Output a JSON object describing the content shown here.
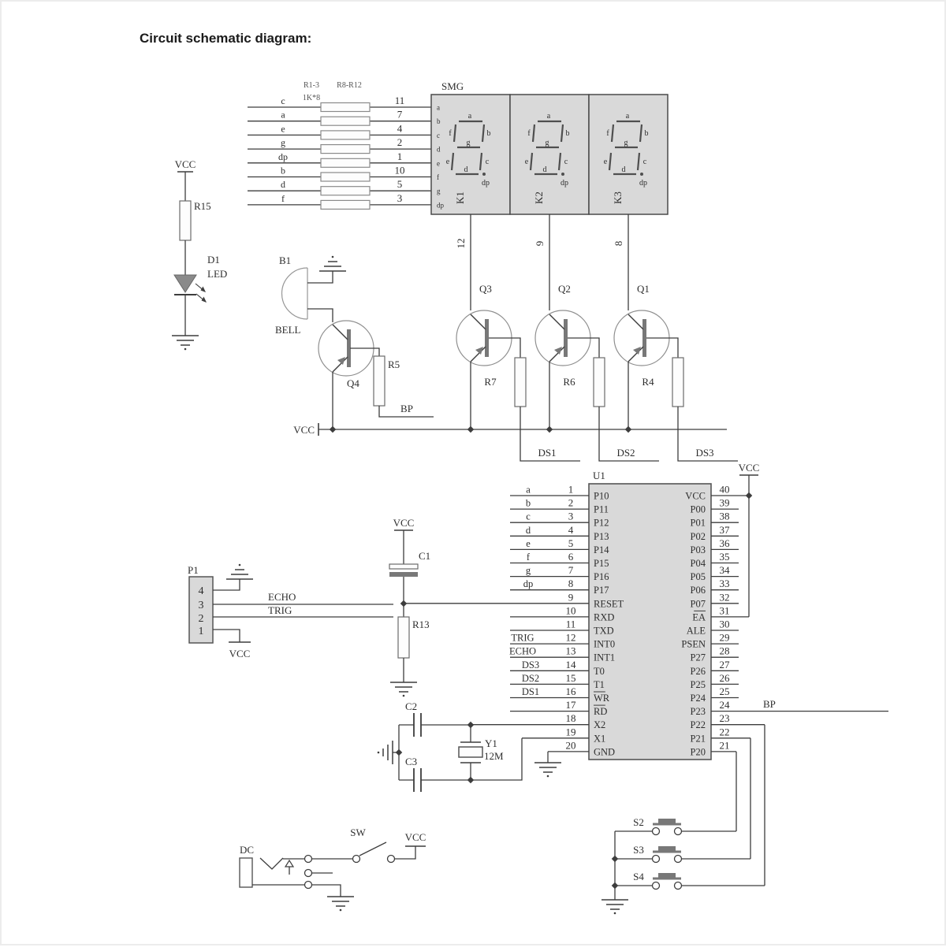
{
  "title": "Circuit schematic diagram:",
  "resistor_network": {
    "label_group1": "R1-3",
    "label_group2": "R8-R12",
    "value": "1K*8",
    "rows": [
      {
        "net": "c",
        "pin": "11"
      },
      {
        "net": "a",
        "pin": "7"
      },
      {
        "net": "e",
        "pin": "4"
      },
      {
        "net": "g",
        "pin": "2"
      },
      {
        "net": "dp",
        "pin": "1"
      },
      {
        "net": "b",
        "pin": "10"
      },
      {
        "net": "d",
        "pin": "5"
      },
      {
        "net": "f",
        "pin": "3"
      }
    ]
  },
  "display": {
    "label": "SMG",
    "pin_labels": [
      "a",
      "b",
      "c",
      "d",
      "e",
      "f",
      "g",
      "dp"
    ],
    "segment_labels": {
      "a": "a",
      "b": "b",
      "c": "c",
      "d": "d",
      "e": "e",
      "f": "f",
      "g": "g",
      "dp": "dp"
    },
    "digits": [
      {
        "name": "K1",
        "common_pin": "12"
      },
      {
        "name": "K2",
        "common_pin": "9"
      },
      {
        "name": "K3",
        "common_pin": "8"
      }
    ]
  },
  "led_branch": {
    "supply": "VCC",
    "resistor": "R15",
    "diode": "D1",
    "diode_type": "LED"
  },
  "buzzer": {
    "designator": "B1",
    "name": "BELL",
    "transistor": "Q4",
    "resistor": "R5",
    "net": "BP",
    "supply": "VCC"
  },
  "drivers": [
    {
      "transistor": "Q3",
      "resistor": "R7",
      "net": "DS1"
    },
    {
      "transistor": "Q2",
      "resistor": "R6",
      "net": "DS2"
    },
    {
      "transistor": "Q1",
      "resistor": "R4",
      "net": "DS3"
    }
  ],
  "mcu": {
    "designator": "U1",
    "supply_label": "VCC",
    "bp_label": "BP",
    "left_pins": [
      {
        "num": "1",
        "name": "P10",
        "net": "a"
      },
      {
        "num": "2",
        "name": "P11",
        "net": "b"
      },
      {
        "num": "3",
        "name": "P12",
        "net": "c"
      },
      {
        "num": "4",
        "name": "P13",
        "net": "d"
      },
      {
        "num": "5",
        "name": "P14",
        "net": "e"
      },
      {
        "num": "6",
        "name": "P15",
        "net": "f"
      },
      {
        "num": "7",
        "name": "P16",
        "net": "g"
      },
      {
        "num": "8",
        "name": "P17",
        "net": "dp"
      },
      {
        "num": "9",
        "name": "RESET"
      },
      {
        "num": "10",
        "name": "RXD"
      },
      {
        "num": "11",
        "name": "TXD"
      },
      {
        "num": "12",
        "name": "INT0",
        "net": "TRIG"
      },
      {
        "num": "13",
        "name": "INT1",
        "net": "ECHO"
      },
      {
        "num": "14",
        "name": "T0",
        "net": "DS3"
      },
      {
        "num": "15",
        "name": "T1",
        "net": "DS2"
      },
      {
        "num": "16",
        "name": "WR",
        "net": "DS1",
        "overline": true
      },
      {
        "num": "17",
        "name": "RD",
        "overline": true
      },
      {
        "num": "18",
        "name": "X2"
      },
      {
        "num": "19",
        "name": "X1"
      },
      {
        "num": "20",
        "name": "GND"
      }
    ],
    "right_pins": [
      {
        "num": "40",
        "name": "VCC"
      },
      {
        "num": "39",
        "name": "P00"
      },
      {
        "num": "38",
        "name": "P01"
      },
      {
        "num": "37",
        "name": "P02"
      },
      {
        "num": "36",
        "name": "P03"
      },
      {
        "num": "35",
        "name": "P04"
      },
      {
        "num": "34",
        "name": "P05"
      },
      {
        "num": "33",
        "name": "P06"
      },
      {
        "num": "32",
        "name": "P07"
      },
      {
        "num": "31",
        "name": "EA",
        "overline": true
      },
      {
        "num": "30",
        "name": "ALE"
      },
      {
        "num": "29",
        "name": "PSEN"
      },
      {
        "num": "28",
        "name": "P27"
      },
      {
        "num": "27",
        "name": "P26"
      },
      {
        "num": "26",
        "name": "P25"
      },
      {
        "num": "25",
        "name": "P24"
      },
      {
        "num": "24",
        "name": "P23"
      },
      {
        "num": "23",
        "name": "P22"
      },
      {
        "num": "22",
        "name": "P21"
      },
      {
        "num": "21",
        "name": "P20"
      }
    ]
  },
  "reset_circuit": {
    "supply": "VCC",
    "cap": "C1",
    "resistor": "R13"
  },
  "oscillator": {
    "cap_top": "C2",
    "cap_bottom": "C3",
    "crystal": "Y1",
    "freq": "12M"
  },
  "sensor_header": {
    "designator": "P1",
    "pins": [
      "4",
      "3",
      "2",
      "1"
    ],
    "echo": "ECHO",
    "trig": "TRIG",
    "supply": "VCC"
  },
  "buttons": [
    {
      "name": "S2"
    },
    {
      "name": "S3"
    },
    {
      "name": "S4"
    }
  ],
  "power": {
    "jack": "DC",
    "switch": "SW",
    "supply": "VCC"
  }
}
